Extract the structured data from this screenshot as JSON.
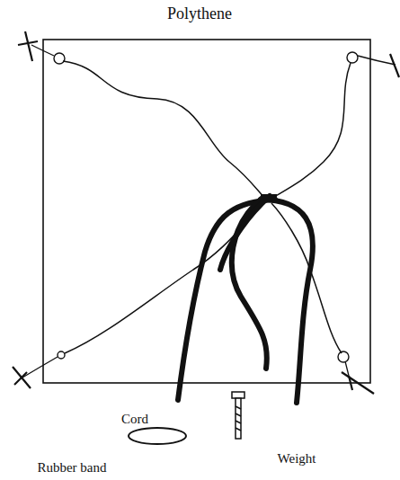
{
  "diagram": {
    "labels": [
      "Polythene",
      "Cord",
      "Weight",
      "Rubber band"
    ]
  }
}
